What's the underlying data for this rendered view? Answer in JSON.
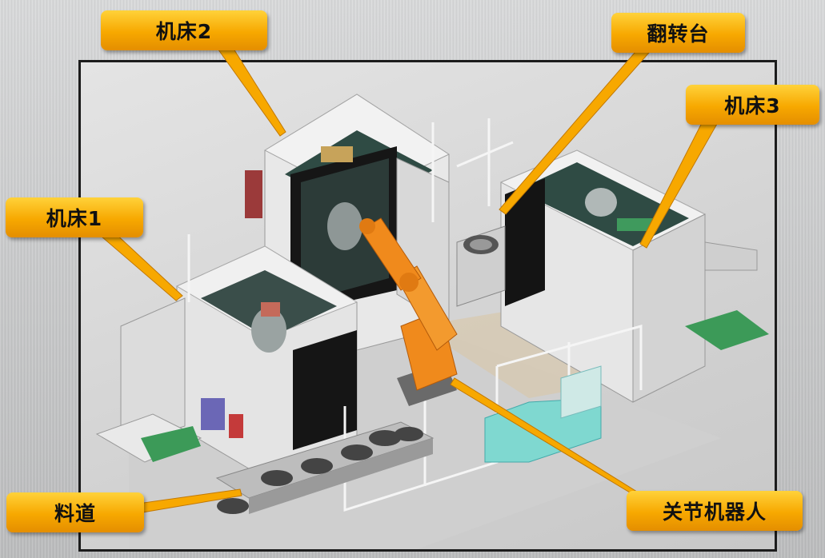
{
  "callouts": {
    "machine2": "机床2",
    "flip_table": "翻转台",
    "machine3": "机床3",
    "machine1": "机床1",
    "feed_channel": "料道",
    "joint_robot": "关节机器人"
  },
  "colors": {
    "callout_fill": "#f7a800",
    "callout_text": "#111111",
    "robot": "#f08a1c",
    "machine_body": "#e6e6e6",
    "frame_border": "#1c1c1c"
  }
}
